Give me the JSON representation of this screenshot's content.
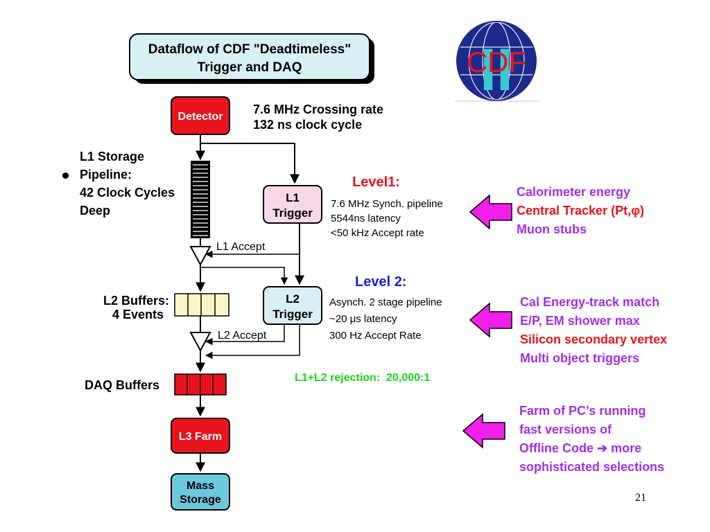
{
  "title_box": {
    "line1": "Dataflow of CDF \"Deadtimeless\"",
    "line2": "Trigger and DAQ"
  },
  "logo": {
    "text": "CDF",
    "roman": "II"
  },
  "detector": {
    "label": "Detector",
    "rate": "7.6 MHz Crossing rate",
    "clock": "132 ns clock cycle"
  },
  "l1_storage": {
    "line1": "L1 Storage",
    "line2": "Pipeline:",
    "line3": "42 Clock Cycles",
    "line4": "Deep"
  },
  "l1_trigger": {
    "line1": "L1",
    "line2": "Trigger"
  },
  "l1_accept": "L1 Accept",
  "level1": {
    "heading": "Level1:",
    "lines": [
      "7.6 MHz Synch. pipeline",
      "5544ns latency",
      "<50 kHz Accept rate"
    ]
  },
  "l1_inputs": [
    "Calorimeter energy",
    "Central Tracker (Pt,φ)",
    "Muon stubs"
  ],
  "l2_buffers": {
    "line1": "L2 Buffers:",
    "line2": "4 Events"
  },
  "l2_trigger": {
    "line1": "L2",
    "line2": "Trigger"
  },
  "l2_accept": "L2 Accept",
  "level2": {
    "heading": "Level 2:",
    "lines": [
      "Asynch. 2 stage pipeline",
      "~20 μs latency",
      "300 Hz Accept Rate"
    ]
  },
  "l2_inputs": [
    "Cal Energy-track match",
    "E/P, EM shower max",
    "Silicon secondary vertex",
    "Multi object triggers"
  ],
  "rejection": "L1+L2 rejection:  20,000:1",
  "daq_buffers": "DAQ Buffers",
  "l3_farm": "L3 Farm",
  "mass_storage": {
    "line1": "Mass",
    "line2": "Storage"
  },
  "l3_inputs": [
    "Farm of PC’s running",
    "fast versions of",
    "Offline Code ➔ more",
    "sophisticated selections"
  ],
  "page_number": "21",
  "colors": {
    "detector_red": "#e8141c",
    "l1_pink": "#f8d8e8",
    "l2_lightblue": "#d8f0f4",
    "storage_cyan": "#6cc8dc",
    "buffer_yellow": "#fcf4c8",
    "arrow_magenta": "#f020e8",
    "text_purple": "#a030e8",
    "text_red": "#e8141c",
    "heading_blue": "#1a1ae0",
    "text_green": "#20d020"
  }
}
